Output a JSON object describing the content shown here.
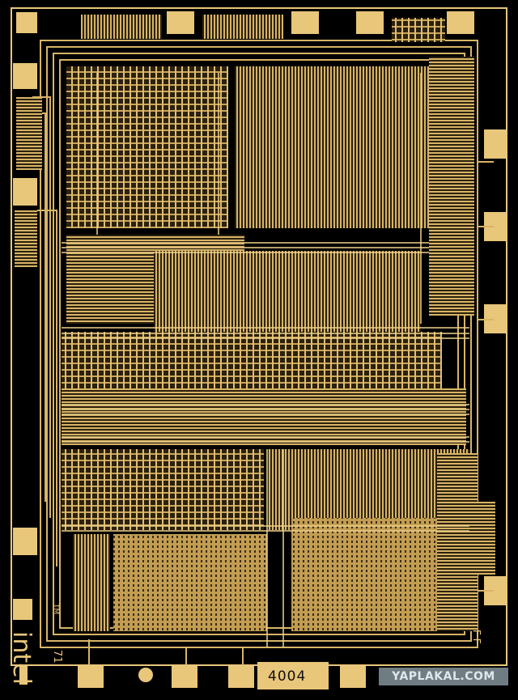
{
  "image": {
    "subject": "microprocessor die photograph",
    "colors": {
      "background": "#000000",
      "metal": "#e8c67a",
      "metal_dark": "#a9873d",
      "substrate": "#2b210e"
    }
  },
  "die_label": "4004",
  "brand": "intel",
  "trademark": "TM",
  "year_mark": "71",
  "corner_mark": "F F",
  "watermark": "YAPLAKAL.COM"
}
